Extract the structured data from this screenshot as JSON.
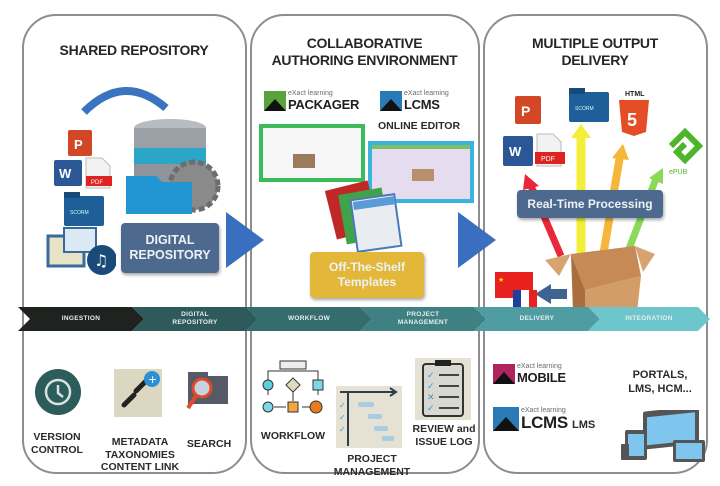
{
  "panels": [
    {
      "title": "SHARED REPOSITORY",
      "center_box": {
        "line1": "DIGITAL",
        "line2": "REPOSITORY",
        "color": "#4d6a8e"
      },
      "features": [
        {
          "label_lines": [
            "VERSION",
            "CONTROL"
          ],
          "icon": "history-clock-icon"
        },
        {
          "label_lines": [
            "METADATA",
            "TAXONOMIES",
            "CONTENT LINK"
          ],
          "icon": "link-add-icon"
        },
        {
          "label_lines": [
            "SEARCH"
          ],
          "icon": "folder-search-icon"
        }
      ],
      "input_icons": [
        "powerpoint-icon",
        "word-icon",
        "pdf-icon",
        "scorm-folder-icon",
        "media-icon",
        "music-icon"
      ]
    },
    {
      "title_lines": [
        "COLLABORATIVE",
        "AUTHORING ENVIRONMENT"
      ],
      "brands": [
        {
          "small": "eXact learning",
          "large": "PACKAGER",
          "accent": "#5aa33c"
        },
        {
          "small": "eXact learning",
          "large": "LCMS",
          "accent": "#2a7ab8",
          "caption": "ONLINE EDITOR"
        }
      ],
      "center_box": {
        "line1": "Off-The-Shelf",
        "line2": "Templates",
        "color": "#e3b83a"
      },
      "features": [
        {
          "label_lines": [
            "WORKFLOW"
          ],
          "icon": "workflow-icon"
        },
        {
          "label_lines": [
            "PROJECT",
            "MANAGEMENT"
          ],
          "icon": "gantt-icon"
        },
        {
          "label_lines": [
            "REVIEW and",
            "ISSUE LOG"
          ],
          "icon": "checklist-icon"
        }
      ]
    },
    {
      "title_lines": [
        "MULTIPLE OUTPUT",
        "DELIVERY"
      ],
      "center_box": {
        "label": "Real-Time Processing",
        "color": "#4d6a8e"
      },
      "output_icons": [
        "powerpoint-icon",
        "word-icon",
        "pdf-icon",
        "scorm-folder-icon",
        "html5-icon",
        "epub-icon"
      ],
      "html5_label": "HTML",
      "epub_label": "ePUB",
      "brands": [
        {
          "small": "eXact learning",
          "large": "MOBILE",
          "accent": "#b0245e"
        },
        {
          "small": "eXact learning",
          "large": "LCMS",
          "suffix": "LMS",
          "accent": "#2a7ab8"
        }
      ],
      "portals_lines": [
        "PORTALS,",
        "LMS, HCM..."
      ]
    }
  ],
  "stages": [
    {
      "lines": [
        "INGESTION"
      ],
      "color": "#1f2320"
    },
    {
      "lines": [
        "DIGITAL",
        "REPOSITORY"
      ],
      "color": "#2f5a5c"
    },
    {
      "lines": [
        "WORKFLOW"
      ],
      "color": "#356c6e"
    },
    {
      "lines": [
        "PROJECT",
        "MANAGEMENT"
      ],
      "color": "#3f8082"
    },
    {
      "lines": [
        "DELIVERY"
      ],
      "color": "#4f9da2"
    },
    {
      "lines": [
        "INTEGRATION"
      ],
      "color": "#6cc6cc"
    }
  ],
  "arrow_color": "#3a6fbf"
}
